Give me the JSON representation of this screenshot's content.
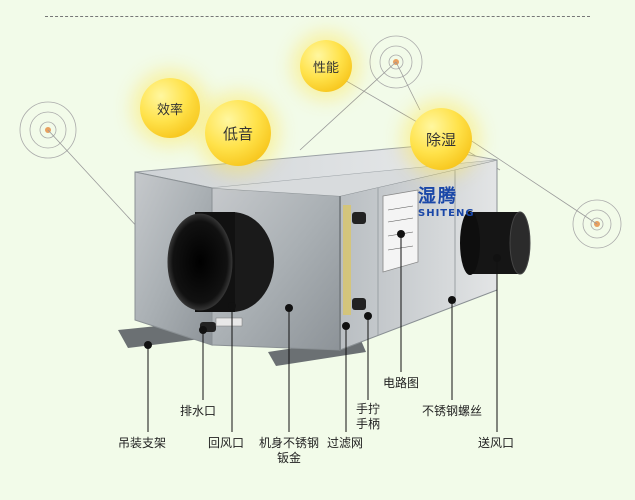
{
  "bubbles": {
    "efficiency": "效率",
    "performance": "性能",
    "low_noise": "低音",
    "dehumidify": "除湿"
  },
  "brand": {
    "cn": "湿腾",
    "en": "SHITENG"
  },
  "callouts": {
    "hanger": "吊装支架",
    "drain": "排水口",
    "return_air": "回风口",
    "body": [
      "机身不锈钢",
      "钣金"
    ],
    "filter": "过滤网",
    "handle": [
      "手拧",
      "手柄"
    ],
    "circuit": "电路图",
    "screw": "不锈钢螺丝",
    "supply_air": "送风口"
  },
  "colors": {
    "background": "#f2fbe9",
    "bubble": "#ffe24a",
    "brand": "#1a47a8"
  }
}
